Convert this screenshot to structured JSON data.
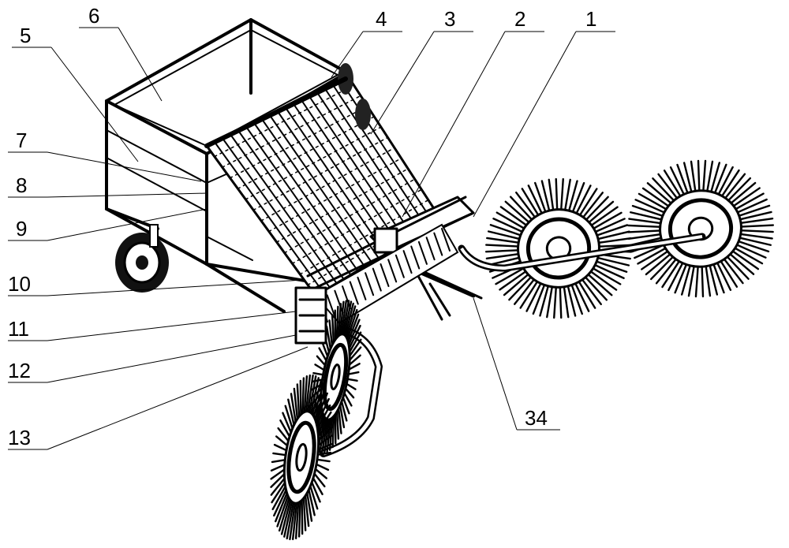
{
  "callouts": [
    {
      "id": "c1",
      "text": "1"
    },
    {
      "id": "c2",
      "text": "2"
    },
    {
      "id": "c3",
      "text": "3"
    },
    {
      "id": "c4",
      "text": "4"
    },
    {
      "id": "c5",
      "text": "5"
    },
    {
      "id": "c6",
      "text": "6"
    },
    {
      "id": "c7",
      "text": "7"
    },
    {
      "id": "c8",
      "text": "8"
    },
    {
      "id": "c9",
      "text": "9"
    },
    {
      "id": "c10",
      "text": "10"
    },
    {
      "id": "c11",
      "text": "11"
    },
    {
      "id": "c12",
      "text": "12"
    },
    {
      "id": "c13",
      "text": "13"
    },
    {
      "id": "c34",
      "text": "34"
    }
  ]
}
